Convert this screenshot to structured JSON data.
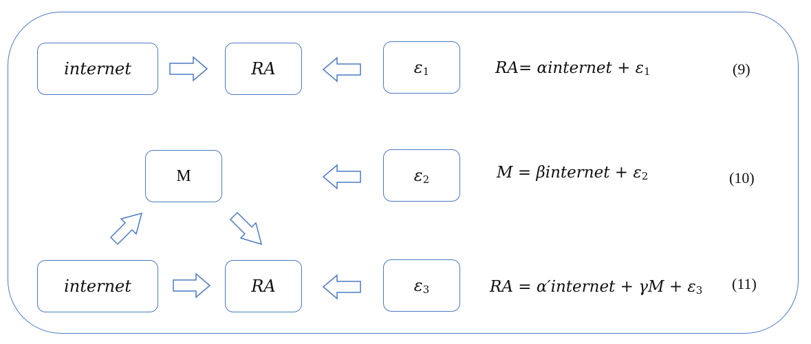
{
  "row1": {
    "box_internet": "internet",
    "box_ra": "RA",
    "box_eps": "ε",
    "box_eps_sub": "1",
    "equation": {
      "lhs": "RA",
      "eq": "=",
      "alpha": "α",
      "term": "internet",
      "plus": "+",
      "eps": "ε",
      "eps_sub": "1"
    },
    "number": "(9)"
  },
  "row2": {
    "box_m": "M",
    "box_eps": "ε",
    "box_eps_sub": "2",
    "equation": {
      "lhs": "M",
      "eq": "=",
      "beta": "β",
      "term": "internet",
      "plus": "+",
      "eps": "ε",
      "eps_sub": "2"
    },
    "number": "(10)"
  },
  "row3": {
    "box_internet": "internet",
    "box_ra": "RA",
    "box_eps": "ε",
    "box_eps_sub": "3",
    "equation": {
      "lhs": "RA",
      "eq": "=",
      "alpha": "α′",
      "term": "internet",
      "plus1": "+",
      "gamma": "γ",
      "m": "M",
      "plus2": "+",
      "eps": "ε",
      "eps_sub": "3"
    },
    "number": "(11)"
  },
  "colors": {
    "stroke": "#4a78c2"
  }
}
